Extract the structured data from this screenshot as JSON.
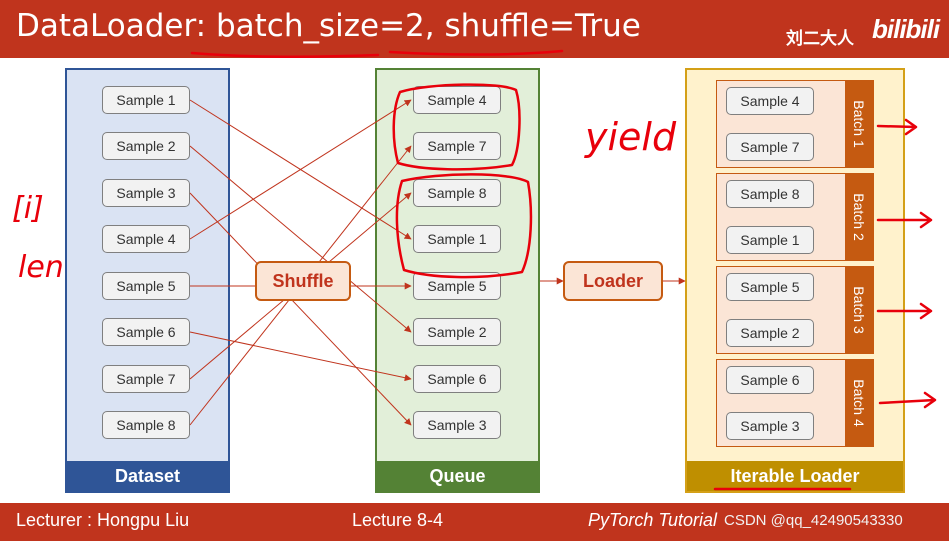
{
  "header": {
    "title": "DataLoader: batch_size=2, shuffle=True",
    "brand_cn": "刘二大人",
    "brand_logo": "bilibili"
  },
  "columns": {
    "dataset": {
      "label": "Dataset",
      "samples": [
        "Sample 1",
        "Sample 2",
        "Sample 3",
        "Sample 4",
        "Sample 5",
        "Sample 6",
        "Sample 7",
        "Sample 8"
      ]
    },
    "queue": {
      "label": "Queue",
      "samples": [
        "Sample 4",
        "Sample 7",
        "Sample 8",
        "Sample 1",
        "Sample 5",
        "Sample 2",
        "Sample 6",
        "Sample 3"
      ]
    },
    "iterable": {
      "label": "Iterable Loader",
      "batches": [
        {
          "label": "Batch 1",
          "samples": [
            "Sample 4",
            "Sample 7"
          ]
        },
        {
          "label": "Batch 2",
          "samples": [
            "Sample 8",
            "Sample 1"
          ]
        },
        {
          "label": "Batch 3",
          "samples": [
            "Sample 5",
            "Sample 2"
          ]
        },
        {
          "label": "Batch 4",
          "samples": [
            "Sample 6",
            "Sample 3"
          ]
        }
      ]
    }
  },
  "processes": {
    "shuffle": "Shuffle",
    "loader": "Loader"
  },
  "annotations": {
    "yield": "yield",
    "index": "[i]",
    "len": "len"
  },
  "footer": {
    "lecturer": "Lecturer : Hongpu Liu",
    "lecture": "Lecture 8-4",
    "course": "PyTorch Tutorial",
    "watermark": "CSDN @qq_42490543330"
  },
  "colors": {
    "header": "#c0341d",
    "dataset": "#2f5597",
    "queue": "#548235",
    "iterable": "#bf8f00",
    "batch": "#c55a11",
    "ink": "#e8000b"
  }
}
